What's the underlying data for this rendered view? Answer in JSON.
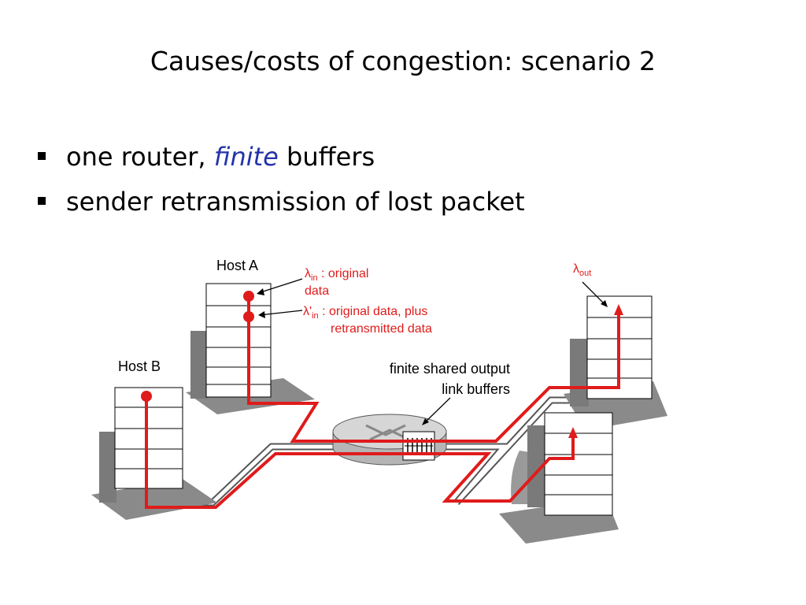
{
  "title": "Causes/costs of congestion: scenario 2",
  "bullets": [
    {
      "parts": [
        "one router, ",
        "finite",
        " buffers"
      ]
    },
    {
      "text": "sender retransmission of lost packet"
    }
  ],
  "diagram": {
    "host_a_label": "Host A",
    "host_b_label": "Host B",
    "lambda_symbol": "λ",
    "lambda_in": {
      "sub": "in",
      "text": " : original",
      "text2": "data"
    },
    "lambda_prime_in": {
      "prime": "'",
      "sub": "in",
      "text": " : original data, plus",
      "text2": "retransmitted data"
    },
    "lambda_out": {
      "sub": "out"
    },
    "buffer_label_line1": "finite shared output",
    "buffer_label_line2": "link buffers",
    "colors": {
      "flow": "#e01b1b",
      "annotation": "#e01b1b",
      "emphasis": "#2233aa",
      "host_shadow": "#8a8a8a"
    }
  }
}
